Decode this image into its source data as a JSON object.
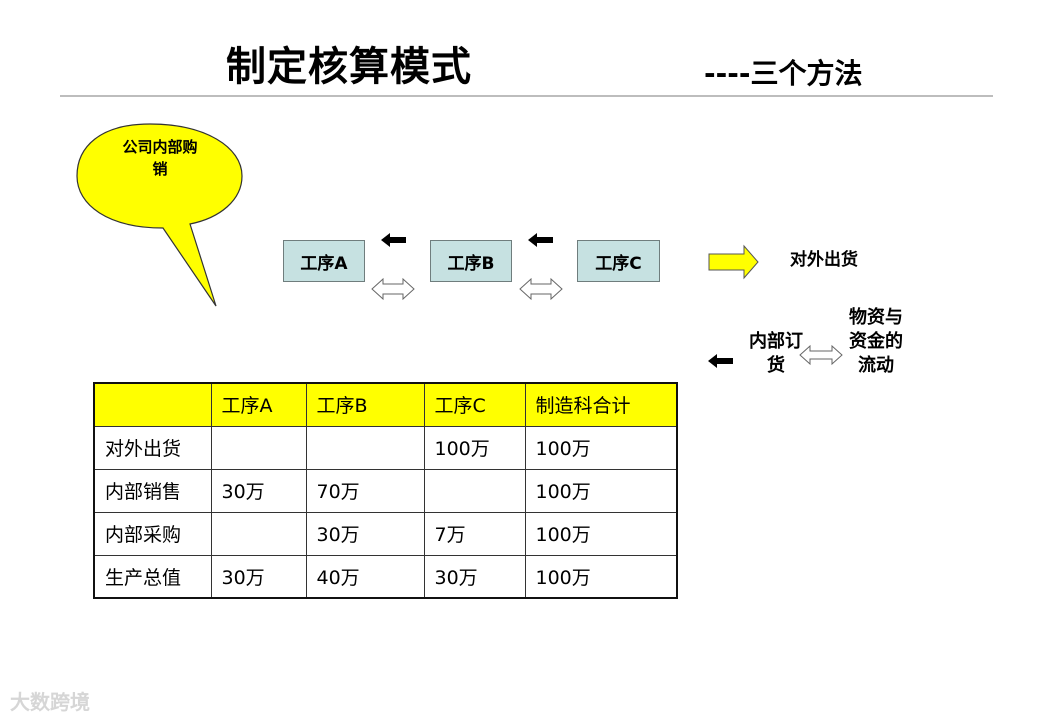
{
  "header": {
    "title": "制定核算模式",
    "subtitle": "----三个方法"
  },
  "bubble": {
    "line1": "公司内部购",
    "line2": "销"
  },
  "process": {
    "steps": [
      "工序A",
      "工序B",
      "工序C"
    ],
    "external_shipment": "对外出货"
  },
  "legend": {
    "internal_order_line1": "内部订",
    "internal_order_line2": "货",
    "flow_line1": "物资与",
    "flow_line2": "资金的",
    "flow_line3": "流动"
  },
  "table": {
    "headers": [
      "",
      "工序A",
      "工序B",
      "工序C",
      "制造科合计"
    ],
    "rows": [
      [
        "对外出货",
        "",
        "",
        "100万",
        "100万"
      ],
      [
        "内部销售",
        "30万",
        "70万",
        "",
        "100万"
      ],
      [
        "内部采购",
        "",
        "30万",
        "7万",
        "100万"
      ],
      [
        "生产总值",
        "30万",
        "40万",
        "30万",
        "100万"
      ]
    ]
  },
  "watermark": "大数跨境",
  "colors": {
    "bubble_fill": "#ffff00",
    "step_fill": "#c6e1e1",
    "table_header_fill": "#ffff00",
    "arrow_yellow": "#ffff00"
  }
}
